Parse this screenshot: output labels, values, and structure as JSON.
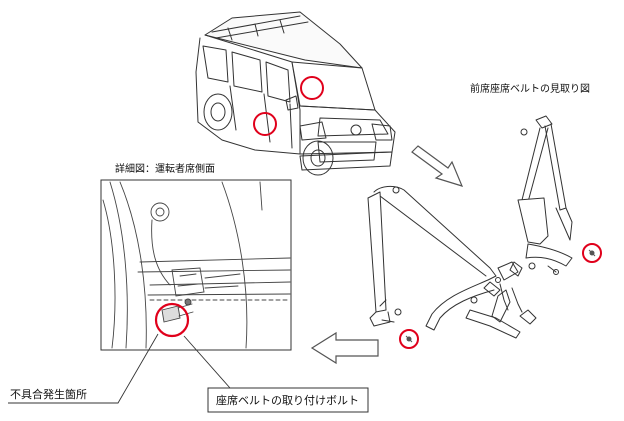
{
  "labels": {
    "front_seatbelt_view": "前席座席ベルトの見取り図",
    "detail_view": "詳細図：運転者席側面",
    "defect_location": "不具合発生箇所",
    "seatbelt_mount_bolt": "座席ベルトの取り付けボルト"
  },
  "colors": {
    "highlight": "#e0001b",
    "line": "#333333",
    "arrow": "#555555"
  },
  "icons": {
    "arrow_right_down": "block-arrow-icon",
    "arrow_left": "block-arrow-icon"
  }
}
